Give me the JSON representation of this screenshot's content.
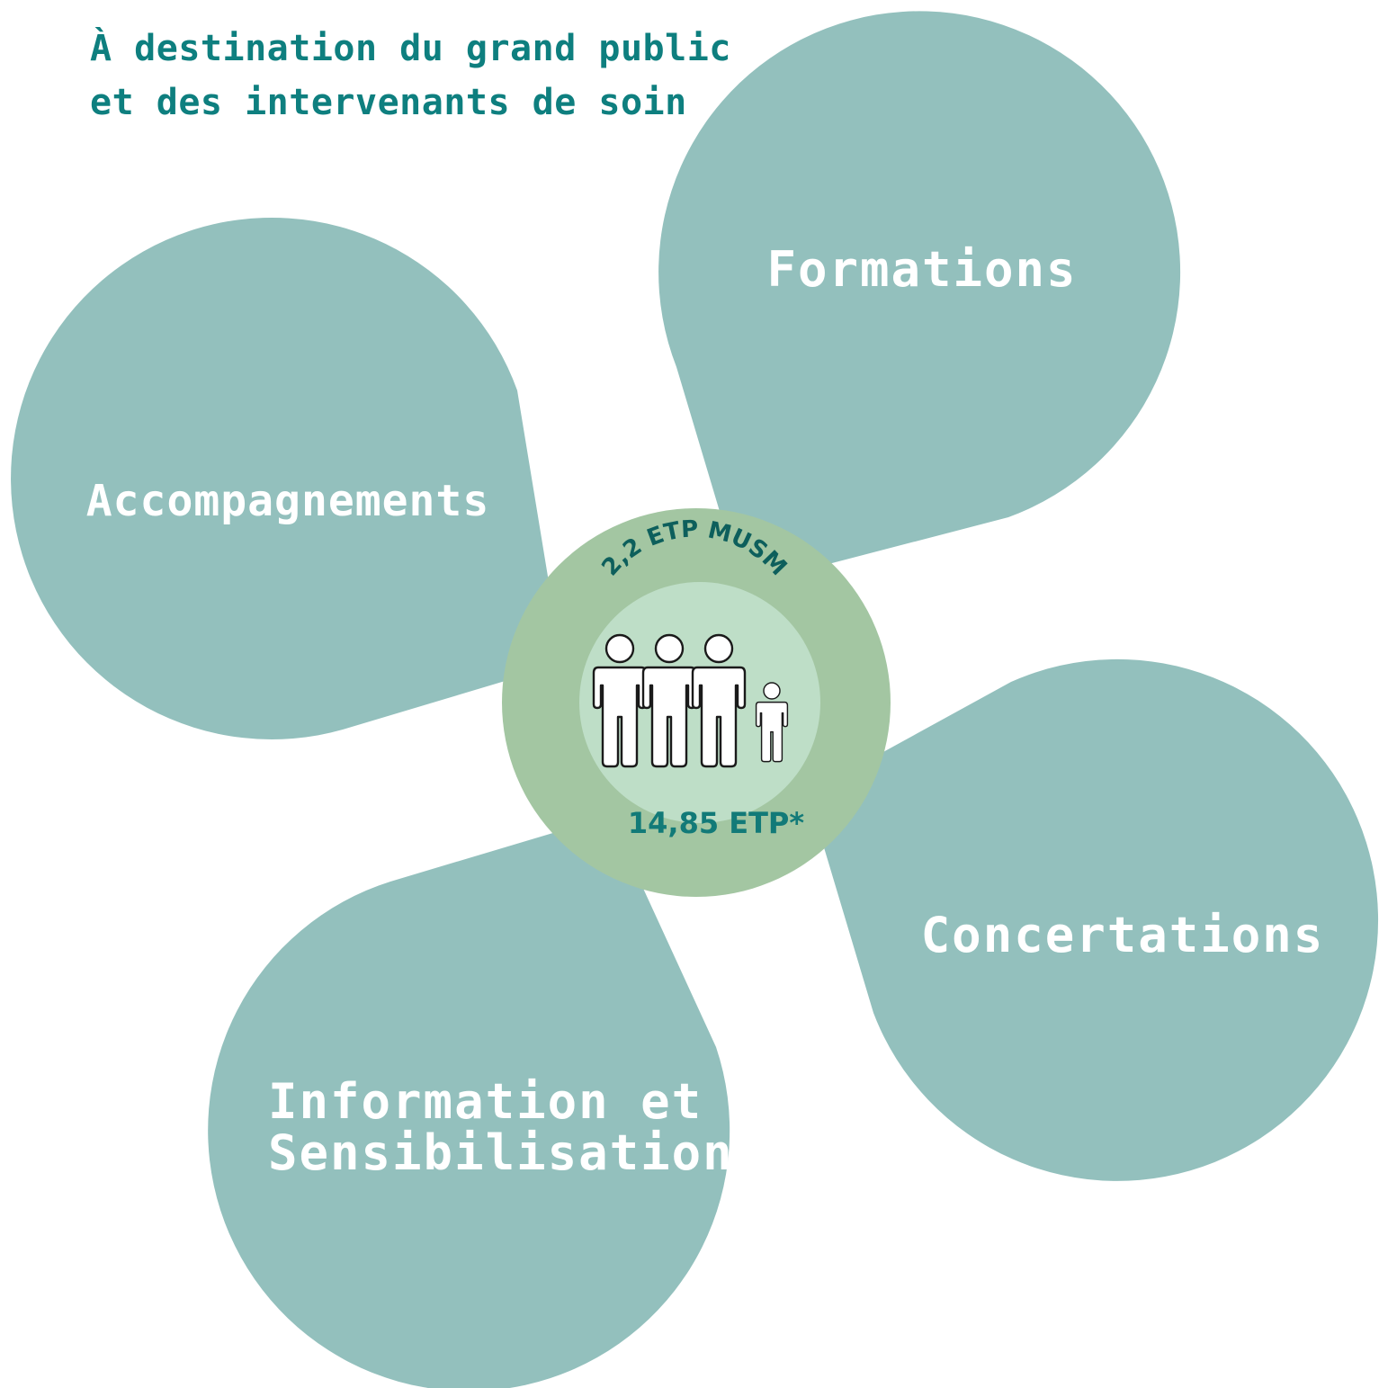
{
  "colors": {
    "heading": "#0e7f7f",
    "petal": "#93c0bd",
    "petal_label": "#ffffff",
    "ring_outer": "#a3c6a2",
    "ring_inner": "#bedec7",
    "arc_text": "#0d5f5c",
    "etp_text": "#127a78"
  },
  "heading": {
    "line1": "À destination du grand public",
    "line2": "et des intervenants de soin"
  },
  "petals": {
    "formations": "Formations",
    "accompagnements": "Accompagnements",
    "concertations": "Concertations",
    "information_line1": "Information et",
    "information_line2": "Sensibilisation"
  },
  "center": {
    "arc_label": "2,2 ETP MUSM",
    "total_label": "14,85 ETP*",
    "icon": "family-people-icon"
  }
}
